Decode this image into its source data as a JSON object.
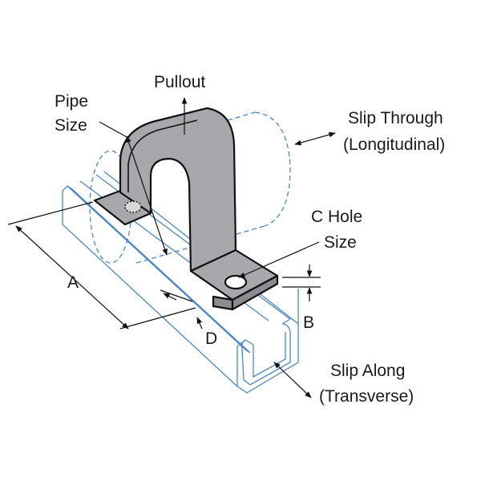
{
  "labels": {
    "pullout": "Pullout",
    "pipe": "Pipe",
    "size": "Size",
    "slip_through": "Slip Through",
    "longitudinal": "(Longitudinal)",
    "c_hole": "C Hole",
    "c_size": "Size",
    "a": "A",
    "b": "B",
    "d": "D",
    "slip_along": "Slip Along",
    "transverse": "(Transverse)"
  },
  "colors": {
    "channel": "#4a86c8",
    "pipe_dashed": "#4a86c8",
    "strap_fill": "#a6a8ab",
    "strap_shade": "#8a8c8f",
    "outline": "#111111"
  }
}
